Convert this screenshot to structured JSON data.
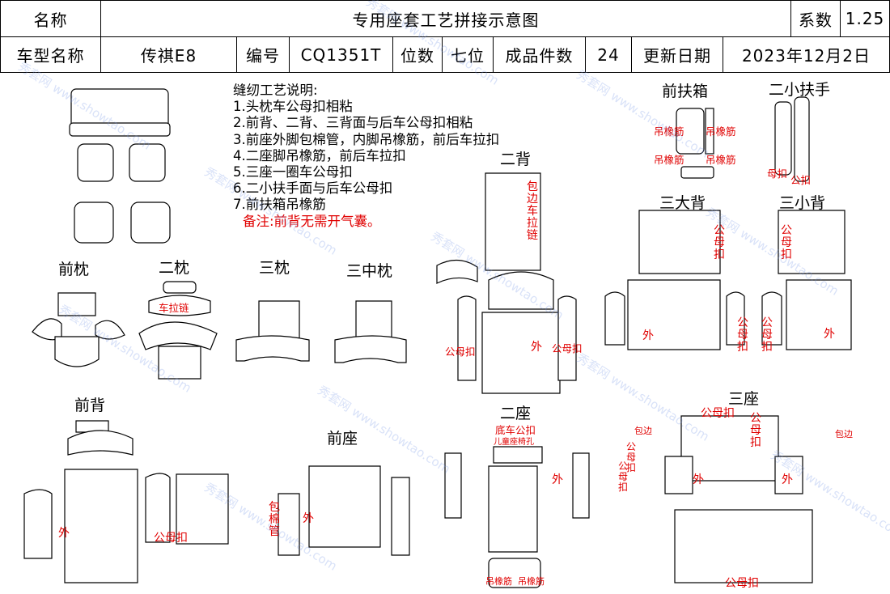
{
  "header": {
    "name_label": "名称",
    "title": "专用座套工艺拼接示意图",
    "coef_label": "系数",
    "coef_value": "1.25",
    "model_label": "车型名称",
    "model_value": "传祺E8",
    "code_label": "编号",
    "code_value": "CQ1351T",
    "seats_label": "位数",
    "seats_value": "七位",
    "pieces_label": "成品件数",
    "pieces_value": "24",
    "date_label": "更新日期",
    "date_value": "2023年12月2日"
  },
  "notes": {
    "heading": "缝纫工艺说明:",
    "lines": [
      "1.头枕车公母扣相粘",
      "2.前背、二背、三背面与后车公母扣相粘",
      "3.前座外脚包棉管，内脚吊橡筋，前后车拉扣",
      "4.二座脚吊橡筋，前后车拉扣",
      "5.三座一圈车公母扣",
      "6.二小扶手面与后车公母扣",
      "7.前扶箱吊橡筋"
    ],
    "remark": "备注:前背无需开气囊。"
  },
  "sections": {
    "front_headrest": "前枕",
    "second_headrest": "二枕",
    "third_headrest": "三枕",
    "third_mid_headrest": "三中枕",
    "second_back": "二背",
    "front_armbox": "前扶箱",
    "second_small_armrest": "二小扶手",
    "third_big_back": "三大背",
    "third_small_back": "三小背",
    "front_back": "前背",
    "front_seat": "前座",
    "second_seat": "二座",
    "third_seat": "三座"
  },
  "annotations": {
    "hang_elastic": "吊橡筋",
    "snap": "公母扣",
    "snap_short": "母扣",
    "snap_male": "公扣",
    "outer": "外",
    "wrap_zip": "包边车拉链",
    "wrap_tube": "包棉管",
    "zip": "车拉链",
    "wrap_edge": "包边",
    "bottom_snap": "底车公扣",
    "child_seat": "儿童座椅孔"
  },
  "watermark": "秀套网 www.showtao.com"
}
